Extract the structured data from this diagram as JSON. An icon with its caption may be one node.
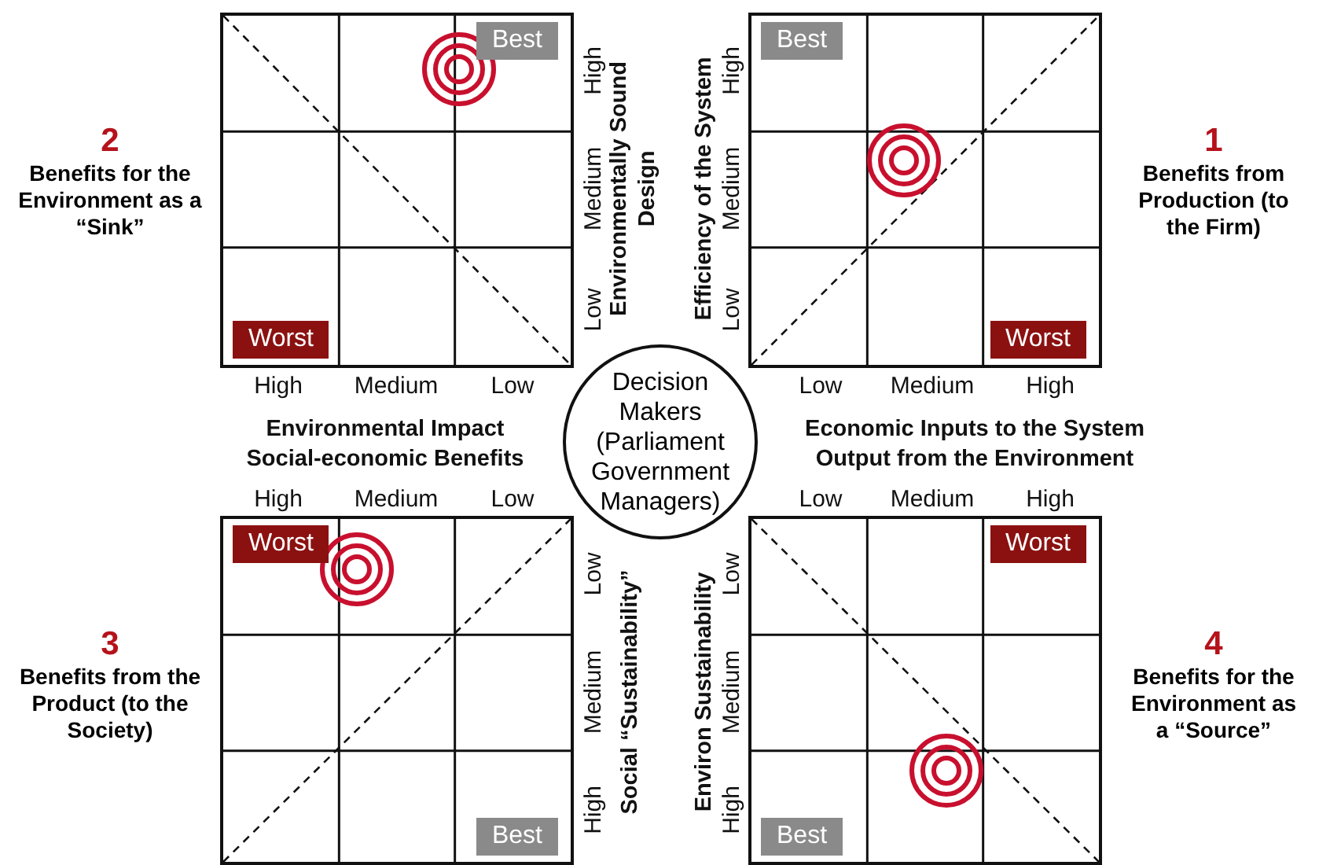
{
  "diagram": {
    "nodes": [
      {
        "text": [
          "2",
          "Benefits for the Environment as a “Sink”"
        ]
      },
      {
        "text": [
          "Best"
        ],
        "in": 0
      },
      {
        "text": [
          "Worst"
        ],
        "in": 0
      },
      {
        "text": [
          "1",
          "Benefits from Production (to the Firm)"
        ]
      },
      {
        "text": [
          "Best"
        ],
        "in": 3
      },
      {
        "text": [
          "Worst"
        ],
        "in": 3
      },
      {
        "text": [
          "Decision Makers (Parliament Government Managers)"
        ]
      },
      {
        "text": [
          "3",
          "Benefits from the Product (to the Society)"
        ]
      },
      {
        "text": [
          "Worst"
        ],
        "in": 7
      },
      {
        "text": [
          "Best"
        ],
        "in": 7
      },
      {
        "text": [
          "4",
          "Benefits for the Environment as a “Source”"
        ]
      },
      {
        "text": [
          "Worst"
        ],
        "in": 10
      },
      {
        "text": [
          "Best"
        ],
        "in": 10
      }
    ],
    "edges": [],
    "labels": [
      "High",
      "Medium",
      "Low",
      "Environmentally Sound Design",
      "Efficiency of the System",
      "High",
      "Medium",
      "Low",
      "High",
      "Medium",
      "Low",
      "Low",
      "Medium",
      "High",
      "Environmental Impact",
      "Social-economic Benefits",
      "Economic Inputs to the System",
      "Output from the Environment",
      "High",
      "Medium",
      "Low",
      "Low",
      "Medium",
      "High",
      "Low",
      "Medium",
      "High",
      "Social “Sustainability”",
      "Environ Sustainability",
      "Low",
      "Medium",
      "High"
    ]
  }
}
